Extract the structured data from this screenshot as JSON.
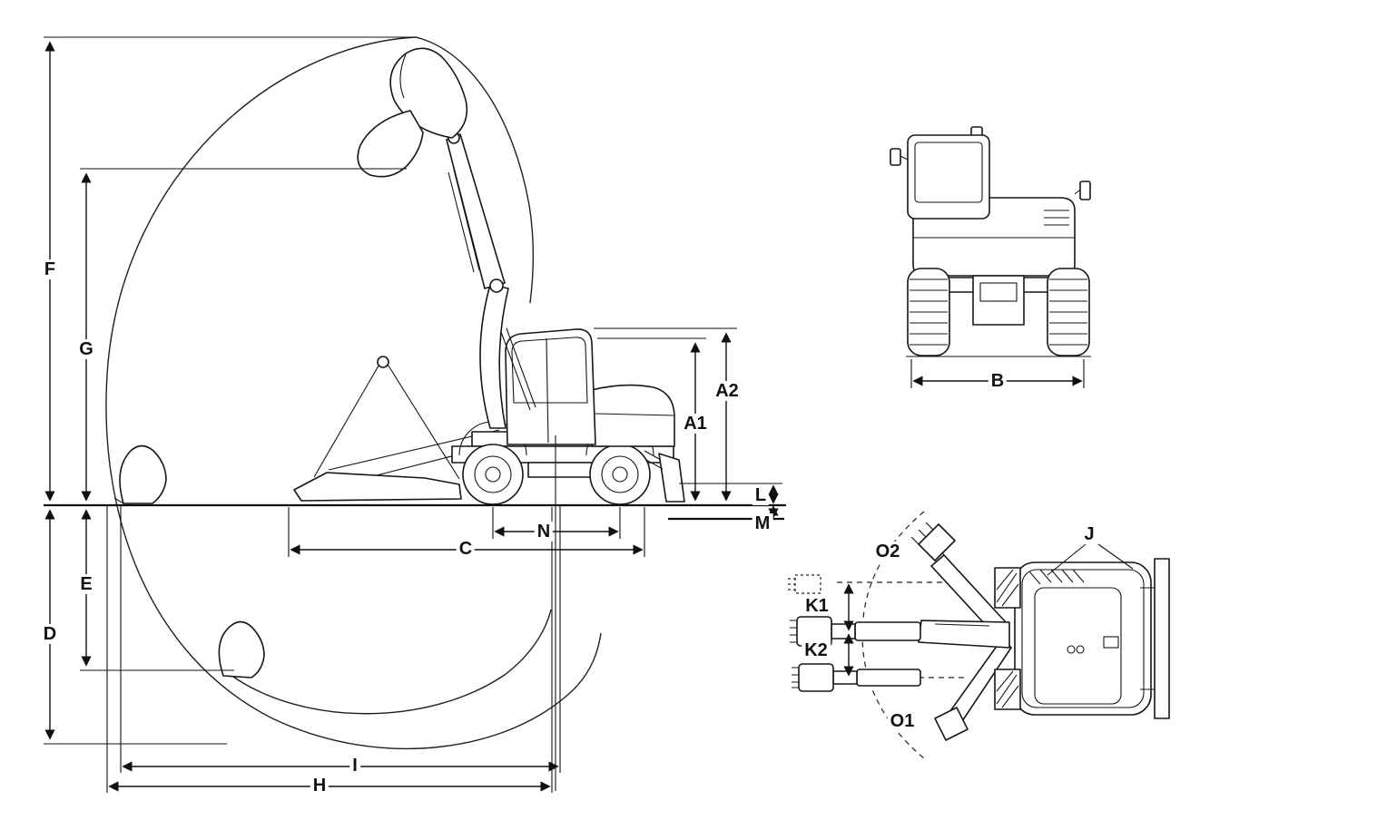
{
  "colors": {
    "line": "#1a1a1a",
    "background": "#ffffff"
  },
  "labels": {
    "F": "F",
    "G": "G",
    "D": "D",
    "E": "E",
    "A1": "A1",
    "A2": "A2",
    "L": "L",
    "M": "M",
    "N": "N",
    "C": "C",
    "I": "I",
    "H": "H",
    "B": "B",
    "J": "J",
    "K1": "K1",
    "K2": "K2",
    "O1": "O1",
    "O2": "O2"
  }
}
